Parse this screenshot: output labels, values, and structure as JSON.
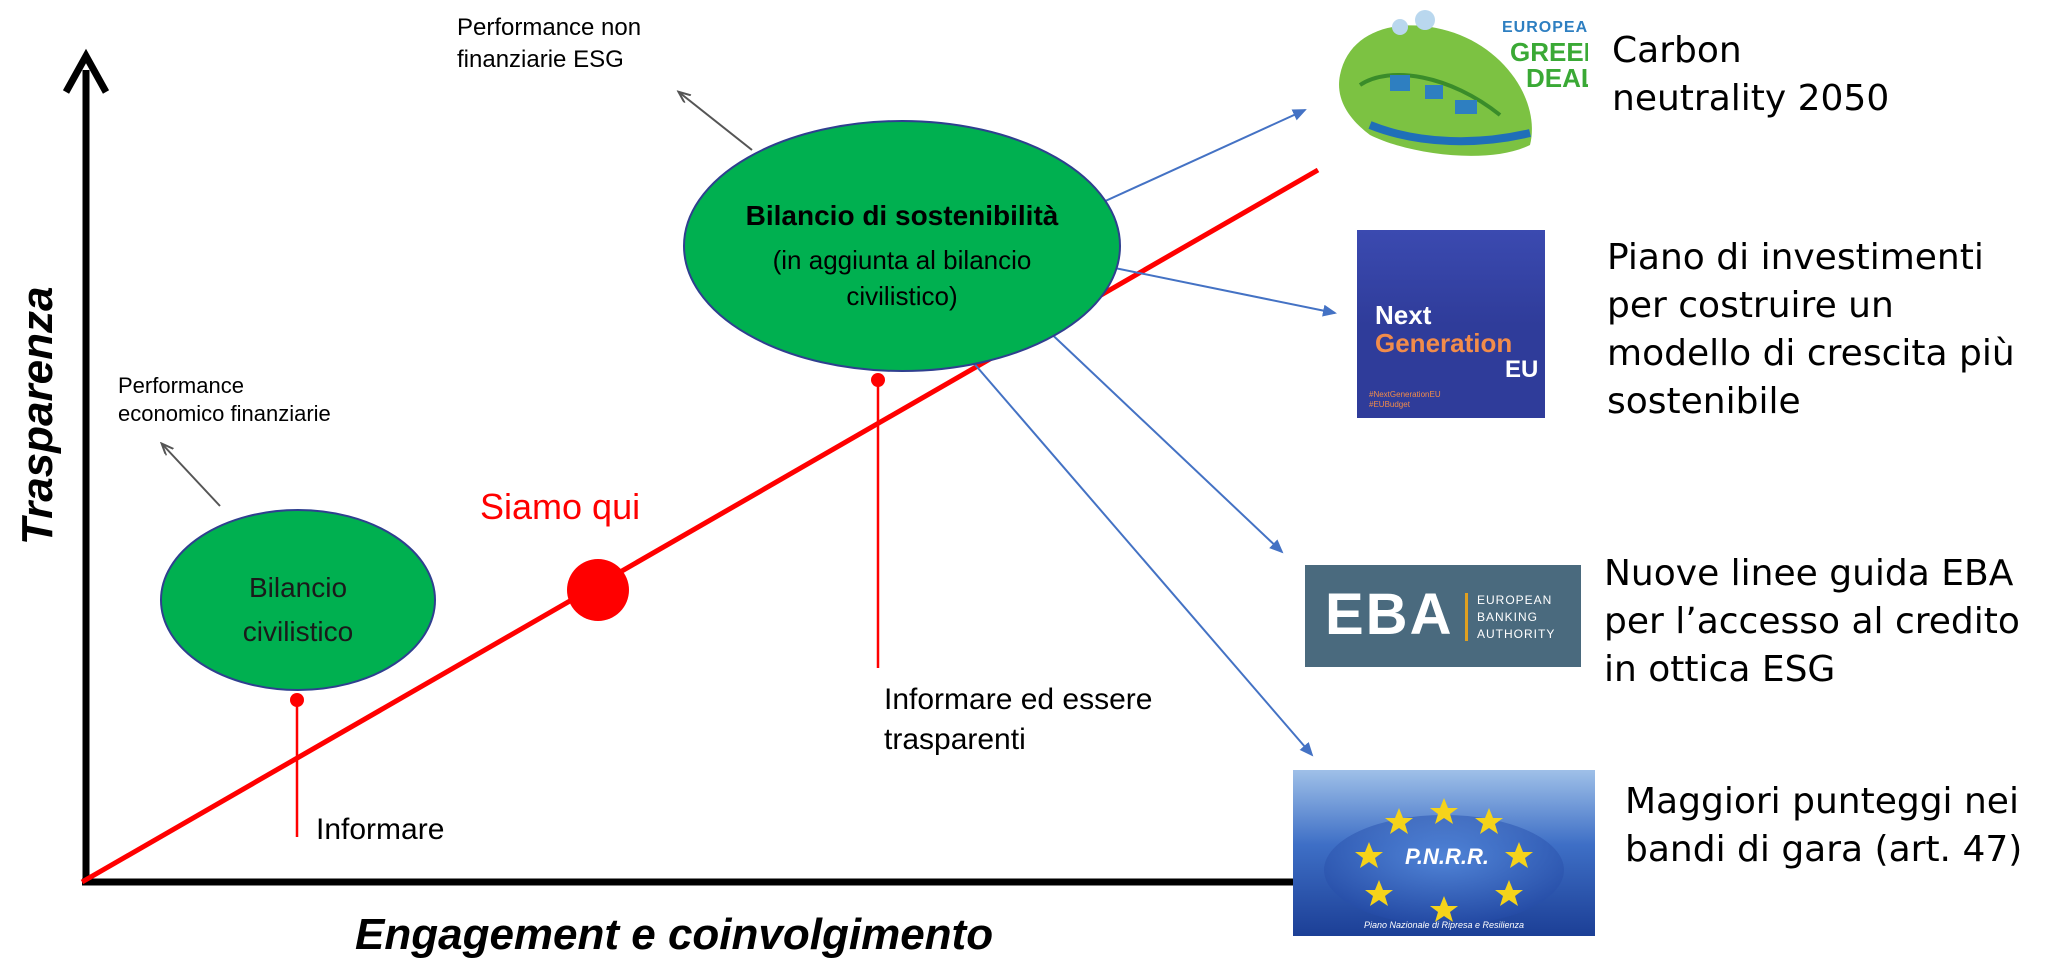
{
  "axes": {
    "y_label": "Trasparenza",
    "x_label": "Engagement  e coinvolgimento"
  },
  "nodes": {
    "civilistico": {
      "label": "Bilancio\ncivilistico",
      "annotation": "Performance\neconomico finanziarie",
      "marker_label": "Informare"
    },
    "sostenibilita": {
      "title": "Bilancio di sostenibilità",
      "subtitle": "(in aggiunta al bilancio\ncivilistico)",
      "annotation": "Performance non\nfinanziarie ESG",
      "marker_label": "Informare ed essere\ntrasparenti"
    },
    "current": {
      "label": "Siamo qui"
    }
  },
  "outcomes": [
    {
      "text": "Carbon\nneutrality 2050",
      "logo": {
        "lines": [
          "EUROPEAN",
          "GREEN",
          "DEAL"
        ]
      }
    },
    {
      "text": "Piano di investimenti\nper costruire un\nmodello di crescita più\nsostenibile",
      "logo": {
        "lines": [
          "Next",
          "Generation",
          "EU"
        ],
        "tags": "#NextGenerationEU\n#EUBudget"
      }
    },
    {
      "text": "Nuove linee guida EBA\nper l’accesso al credito\nin ottica ESG",
      "logo": {
        "lines": [
          "EBA",
          "EUROPEAN",
          "BANKING",
          "AUTHORITY"
        ]
      }
    },
    {
      "text": "Maggiori punteggi nei\nbandi di gara (art. 47)",
      "logo": {
        "lines": [
          "P.N.R.R.",
          "Piano Nazionale di Ripresa e Resilienza"
        ]
      }
    }
  ],
  "colors": {
    "green": "#00b050",
    "red": "#ff0000",
    "blue_arrow": "#4472c4",
    "eba": "#4a6a7e",
    "nextgen": "#2f3c9a"
  }
}
